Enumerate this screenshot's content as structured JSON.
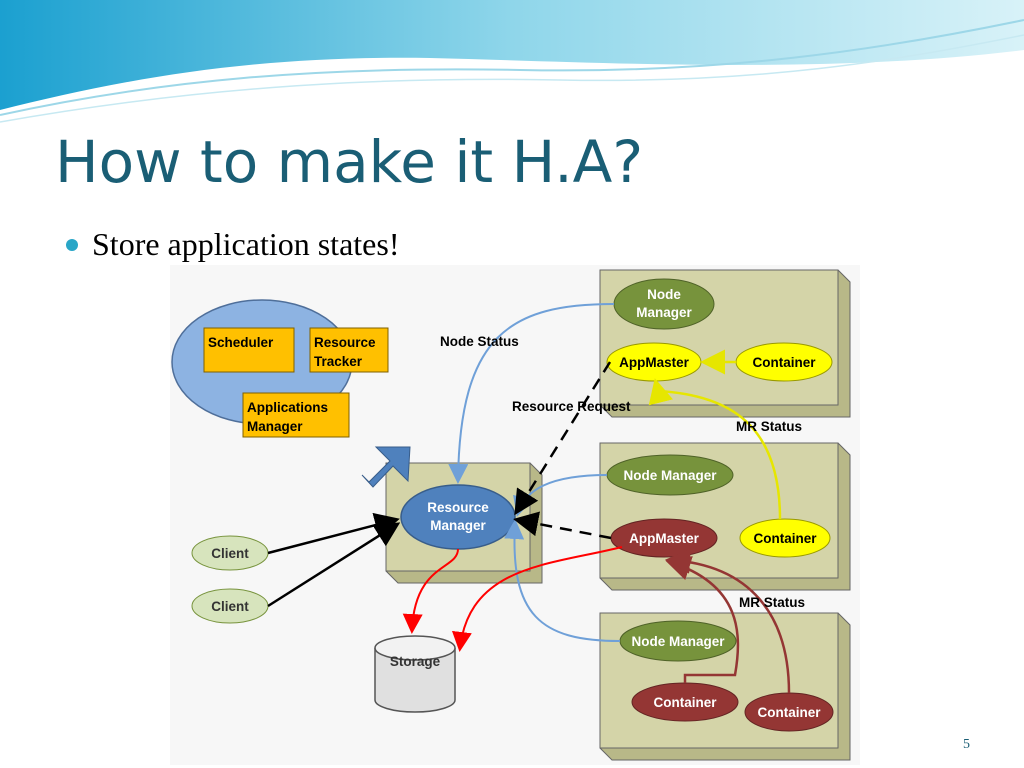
{
  "slide": {
    "title": "How to make it H.A?",
    "bullet": "Store application states!",
    "page_number": "5"
  },
  "diagram": {
    "rm_cluster": {
      "scheduler": "Scheduler",
      "resource_tracker": [
        "Resource",
        "Tracker"
      ],
      "applications_manager": [
        "Applications",
        "Manager"
      ]
    },
    "resource_manager": [
      "Resource",
      "Manager"
    ],
    "clients": [
      "Client",
      "Client"
    ],
    "storage": "Storage",
    "edge_labels": {
      "node_status": "Node Status",
      "resource_request": "Resource Request",
      "mr_status_1": "MR Status",
      "mr_status_2": "MR Status"
    },
    "node1": {
      "node_manager": [
        "Node",
        "Manager"
      ],
      "appmaster": "AppMaster",
      "container": "Container"
    },
    "node2": {
      "node_manager": "Node Manager",
      "appmaster": "AppMaster",
      "container": "Container"
    },
    "node3": {
      "node_manager": "Node Manager",
      "container_a": "Container",
      "container_b": "Container"
    },
    "colors": {
      "title": "#1a5e75",
      "bullet_dot": "#29a6c7",
      "box_fill": "#d4d4a8",
      "node_manager_green": "#77933c",
      "appmaster_yellow": "#ffff00",
      "appmaster_red": "#943634",
      "rm_blue": "#4f81bd",
      "scheduler_orange": "#ffc000",
      "arrow_blue": "#6fa0d8",
      "arrow_red": "#ff0000",
      "arrow_yellow": "#ffff00",
      "arrow_brown": "#943634"
    }
  }
}
